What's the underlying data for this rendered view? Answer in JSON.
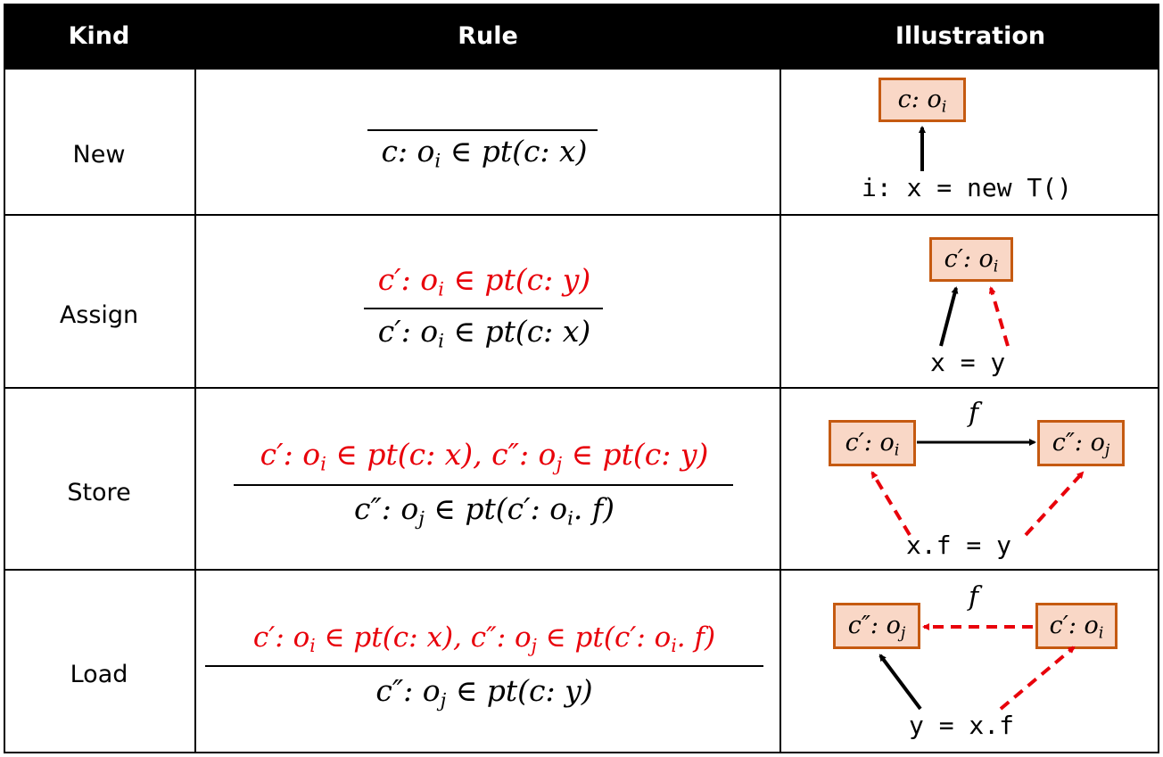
{
  "header": {
    "kind": "Kind",
    "rule": "Rule",
    "illustration": "Illustration"
  },
  "rows": [
    {
      "kind": "New",
      "premise": "",
      "conclusion": "c: o_i ∈ pt(c: x)",
      "illustration": {
        "box": "c: o_i",
        "code": "i: x = new T()"
      }
    },
    {
      "kind": "Assign",
      "premise": "c′: o_i ∈ pt(c: y)",
      "conclusion": "c′: o_i ∈ pt(c: x)",
      "illustration": {
        "box": "c′: o_i",
        "code": "x = y"
      }
    },
    {
      "kind": "Store",
      "premise": "c′: o_i ∈ pt(c: x), c″: o_j ∈ pt(c: y)",
      "conclusion": "c″: o_j ∈ pt(c′: o_i. f)",
      "illustration": {
        "box_left": "c′: o_i",
        "box_right": "c″: o_j",
        "field": "f",
        "code": "x.f = y"
      }
    },
    {
      "kind": "Load",
      "premise": "c′: o_i ∈ pt(c: x), c″: o_j ∈ pt(c′: o_i. f)",
      "conclusion": "c″: o_j ∈ pt(c: y)",
      "illustration": {
        "box_left": "c″: o_j",
        "box_right": "c′: o_i",
        "field": "f",
        "code": "y = x.f"
      }
    }
  ],
  "colors": {
    "header_bg": "#000000",
    "premise": "#e8000a",
    "box_fill": "#f9d7c6",
    "box_border": "#c55a11"
  }
}
